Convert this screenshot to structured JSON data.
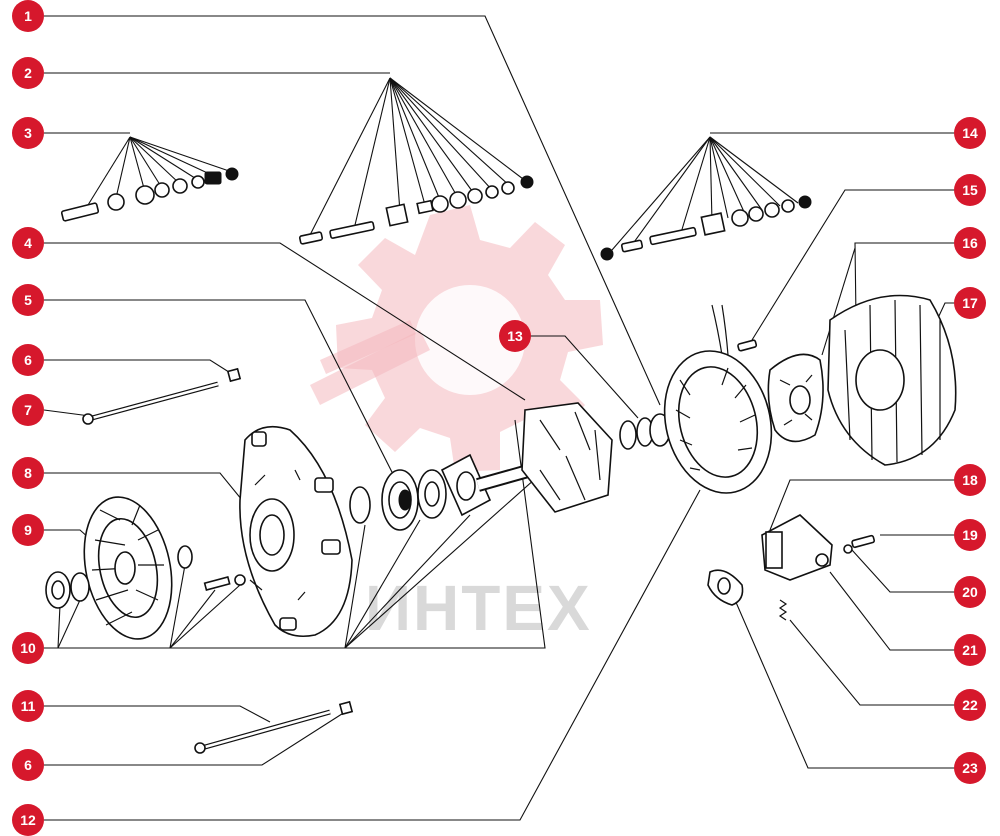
{
  "watermark": {
    "text": "ИНТЕХ"
  },
  "callouts": [
    {
      "id": "c1",
      "label": "1"
    },
    {
      "id": "c2",
      "label": "2"
    },
    {
      "id": "c3",
      "label": "3"
    },
    {
      "id": "c4",
      "label": "4"
    },
    {
      "id": "c5",
      "label": "5"
    },
    {
      "id": "c6a",
      "label": "6"
    },
    {
      "id": "c7",
      "label": "7"
    },
    {
      "id": "c8",
      "label": "8"
    },
    {
      "id": "c9",
      "label": "9"
    },
    {
      "id": "c10",
      "label": "10"
    },
    {
      "id": "c11",
      "label": "11"
    },
    {
      "id": "c6b",
      "label": "6"
    },
    {
      "id": "c12",
      "label": "12"
    },
    {
      "id": "c13",
      "label": "13"
    },
    {
      "id": "c14",
      "label": "14"
    },
    {
      "id": "c15",
      "label": "15"
    },
    {
      "id": "c16",
      "label": "16"
    },
    {
      "id": "c17",
      "label": "17"
    },
    {
      "id": "c18",
      "label": "18"
    },
    {
      "id": "c19",
      "label": "19"
    },
    {
      "id": "c20",
      "label": "20"
    },
    {
      "id": "c21",
      "label": "21"
    },
    {
      "id": "c22",
      "label": "22"
    },
    {
      "id": "c23",
      "label": "23"
    }
  ],
  "colors": {
    "badge": "#d6182c",
    "line": "#111111",
    "watermark": "#f4b8be"
  }
}
